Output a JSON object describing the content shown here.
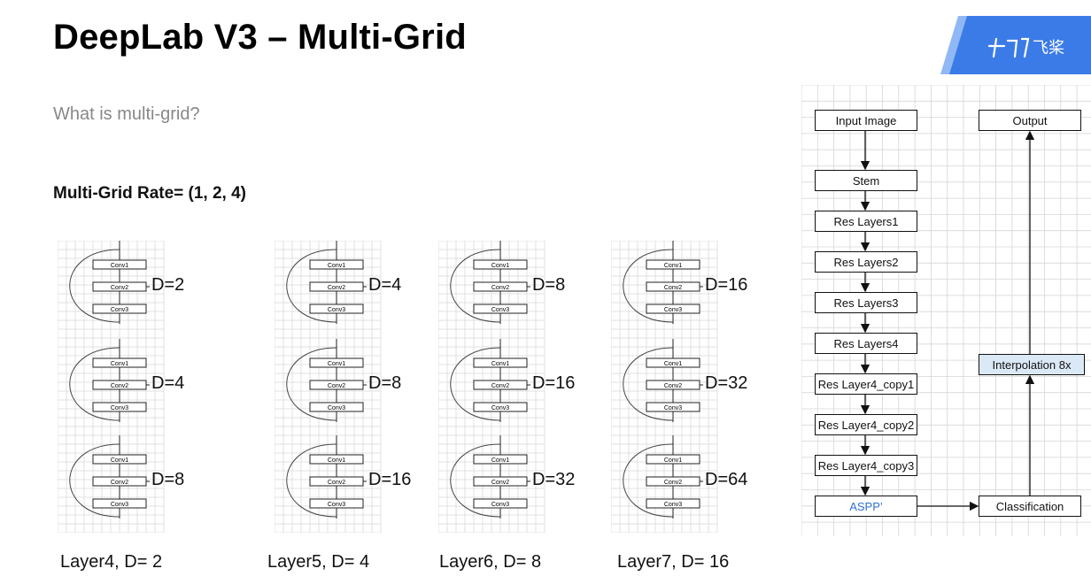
{
  "header": {
    "title": "DeepLab V3 – Multi-Grid",
    "logo_text": "飞桨"
  },
  "subtitle": "What is multi-grid?",
  "rate_text": "Multi-Grid Rate= (1, 2, 4)",
  "block_labels": {
    "conv1": "Conv1",
    "conv2": "Conv2",
    "conv3": "Conv3"
  },
  "columns": [
    {
      "layer_label": "Layer4, D= 2",
      "dilations": [
        "D=2",
        "D=4",
        "D=8"
      ]
    },
    {
      "layer_label": "Layer5, D= 4",
      "dilations": [
        "D=4",
        "D=8",
        "D=16"
      ]
    },
    {
      "layer_label": "Layer6, D= 8",
      "dilations": [
        "D=8",
        "D=16",
        "D=32"
      ]
    },
    {
      "layer_label": "Layer7, D= 16",
      "dilations": [
        "D=16",
        "D=32",
        "D=64"
      ]
    }
  ],
  "flowchart": {
    "left_nodes": [
      "Input Image",
      "Stem",
      "Res Layers1",
      "Res Layers2",
      "Res Layers3",
      "Res Layers4",
      "Res Layer4_copy1",
      "Res Layer4_copy2",
      "Res Layer4_copy3",
      "ASPP’"
    ],
    "output": "Output",
    "interpolation": "Interpolation 8x",
    "classification": "Classification",
    "colors": {
      "aspp_text": "#2f6fd1",
      "interpolation_fill": "#dbe9f7"
    }
  }
}
